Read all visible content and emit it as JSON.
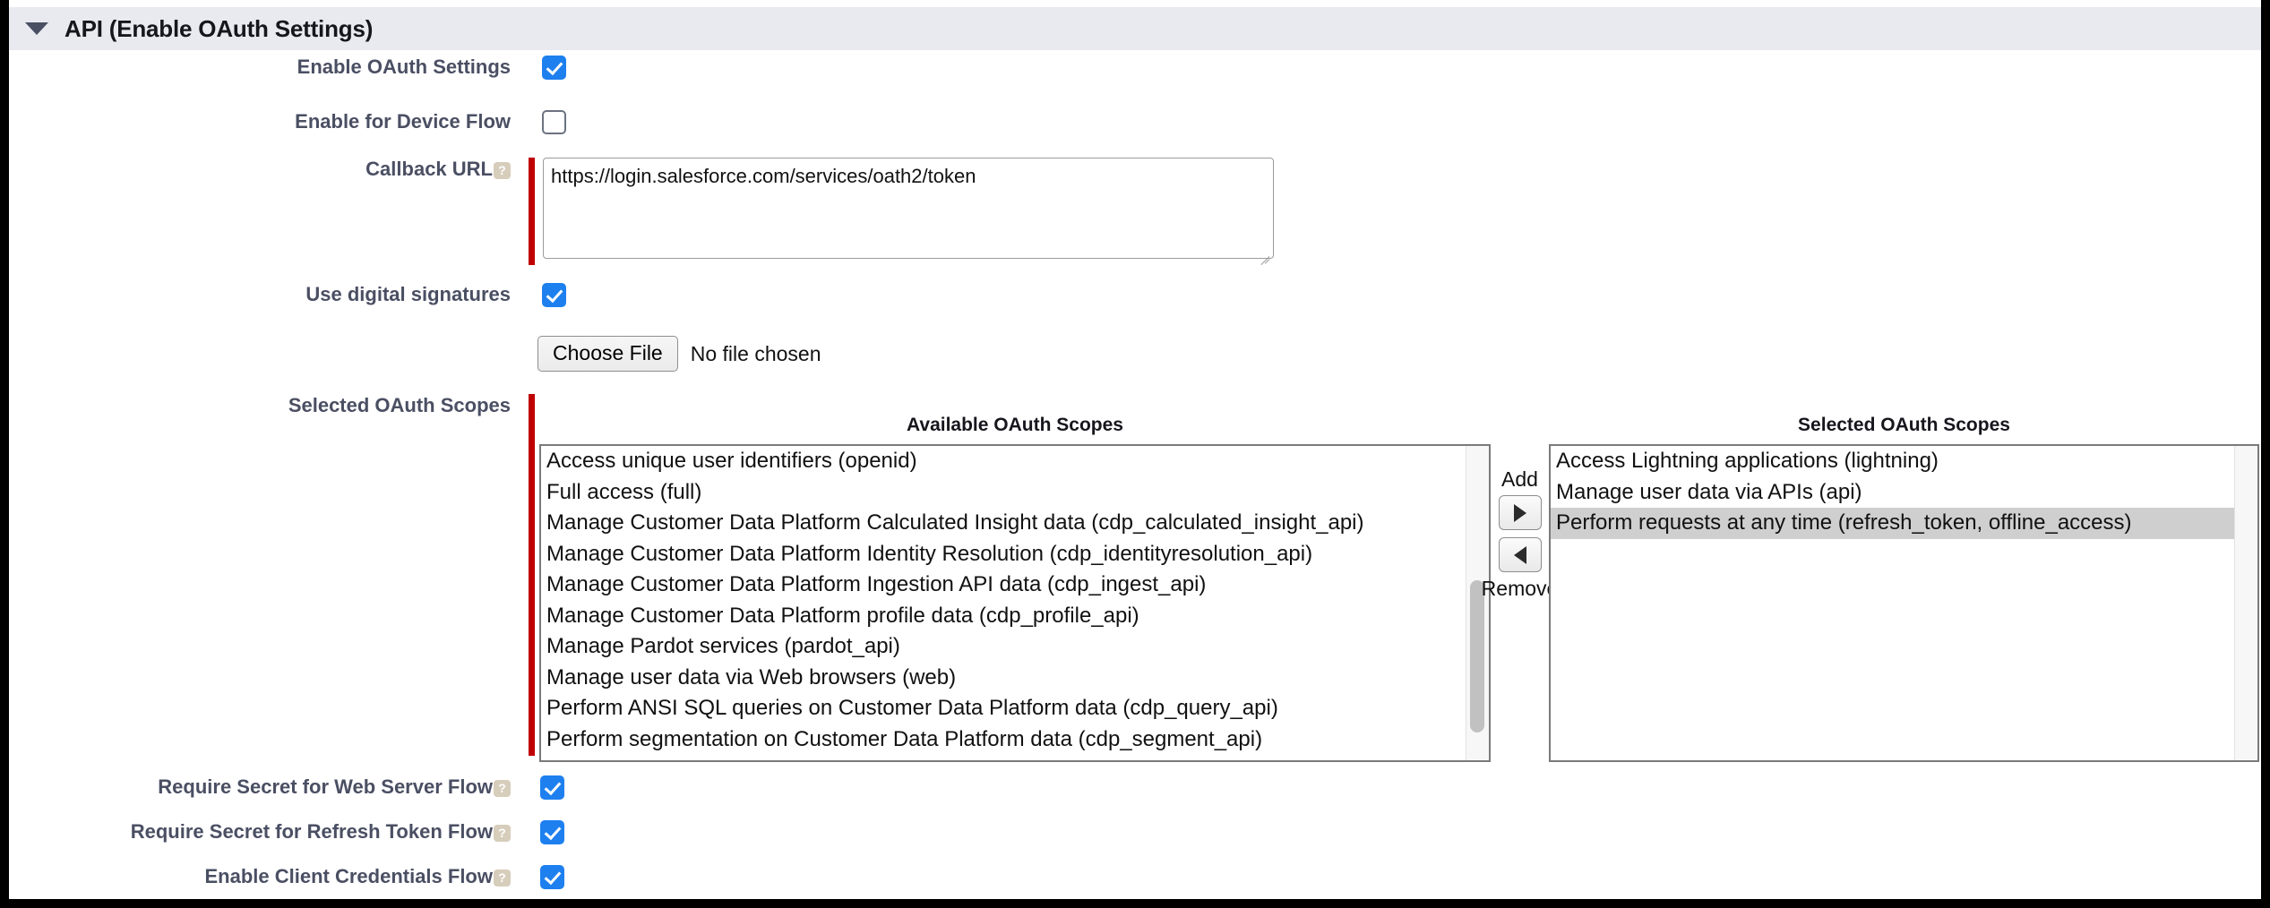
{
  "section": {
    "title": "API (Enable OAuth Settings)",
    "caret_icon": "caret-down-icon"
  },
  "fields": {
    "enable_oauth_settings": {
      "label": "Enable OAuth Settings",
      "checked": true
    },
    "enable_device_flow": {
      "label": "Enable for Device Flow",
      "checked": false
    },
    "callback_url": {
      "label": "Callback URL",
      "help_glyph": "?",
      "required": true,
      "value": "https://login.salesforce.com/services/oath2/token"
    },
    "use_digital_signatures": {
      "label": "Use digital signatures",
      "checked": true
    },
    "file_upload": {
      "button_label": "Choose File",
      "status_text": "No file chosen"
    },
    "selected_oauth_scopes": {
      "label": "Selected OAuth Scopes",
      "required": true
    },
    "require_secret_web_server_flow": {
      "label": "Require Secret for Web Server Flow",
      "help_glyph": "?",
      "checked": true
    },
    "require_secret_refresh_token_flow": {
      "label": "Require Secret for Refresh Token Flow",
      "help_glyph": "?",
      "checked": true
    },
    "enable_client_credentials_flow": {
      "label": "Enable Client Credentials Flow",
      "help_glyph": "?",
      "checked": true
    }
  },
  "scopes": {
    "available_title": "Available OAuth Scopes",
    "selected_title": "Selected OAuth Scopes",
    "add_label": "Add",
    "remove_label": "Remove",
    "add_icon": "arrow-right-icon",
    "remove_icon": "arrow-left-icon",
    "available": [
      "Access unique user identifiers (openid)",
      "Full access (full)",
      "Manage Customer Data Platform Calculated Insight data (cdp_calculated_insight_api)",
      "Manage Customer Data Platform Identity Resolution (cdp_identityresolution_api)",
      "Manage Customer Data Platform Ingestion API data (cdp_ingest_api)",
      "Manage Customer Data Platform profile data (cdp_profile_api)",
      "Manage Pardot services (pardot_api)",
      "Manage user data via Web browsers (web)",
      "Perform ANSI SQL queries on Customer Data Platform data (cdp_query_api)",
      "Perform segmentation on Customer Data Platform data (cdp_segment_api)"
    ],
    "selected": [
      "Access Lightning applications (lightning)",
      "Manage user data via APIs (api)",
      "Perform requests at any time (refresh_token, offline_access)"
    ],
    "selected_highlighted_index": 2
  },
  "colors": {
    "header_bar": "#e8eaf0",
    "label_text": "#4a4f63",
    "checkbox_on": "#1e80ef",
    "required_bar": "#c00000",
    "help_icon": "#d7cdbb",
    "list_selection": "#cfcfcf"
  }
}
